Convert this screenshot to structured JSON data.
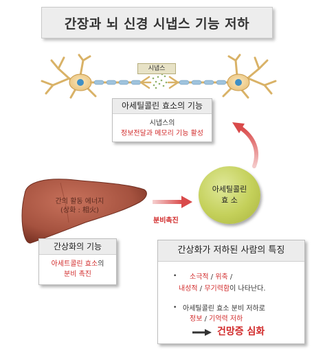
{
  "title": "간장과 뇌 신경 시냅스 기능 저하",
  "synapse": {
    "label": "시냅스"
  },
  "ach_enzyme_card": {
    "heading": "아세틸콜린 효소의 기능",
    "line1": "시냅스의",
    "line2": "정보전달과 메모리 기능 활성"
  },
  "liver": {
    "line1": "간의 활동 에너지",
    "line2": "(상화 : 相火)"
  },
  "secretion_arrow": {
    "label": "분비촉진"
  },
  "ach_circle": {
    "line1": "아세틸콜린",
    "line2": "효  소"
  },
  "liver_card": {
    "heading": "간상화의 기능",
    "line1_red": "아세트콜린 효소",
    "line1_suffix": "의",
    "line2": "분비 촉진"
  },
  "traits_card": {
    "heading": "간상화가 저하된 사람의 특징",
    "b1_red1": "소극적",
    "b1_sep1": " / ",
    "b1_red2": "위축",
    "b1_sep2": " /",
    "b1_red3": "내성적",
    "b1_sep3": " / ",
    "b1_red4": "무기력함",
    "b1_suffix": "이 나타난다.",
    "b2_line1": "아세틸콜린 효소 분비 저하로",
    "b2_red1": "정보",
    "b2_sep": " / ",
    "b2_red2": "기억력 저하",
    "result": "건망증 심화"
  },
  "colors": {
    "accent_red": "#d12a2a",
    "liver": "#a5523f",
    "circle": "#c4d05a",
    "neuron_body": "#f2d59b",
    "nucleus": "#3f8fc4"
  }
}
